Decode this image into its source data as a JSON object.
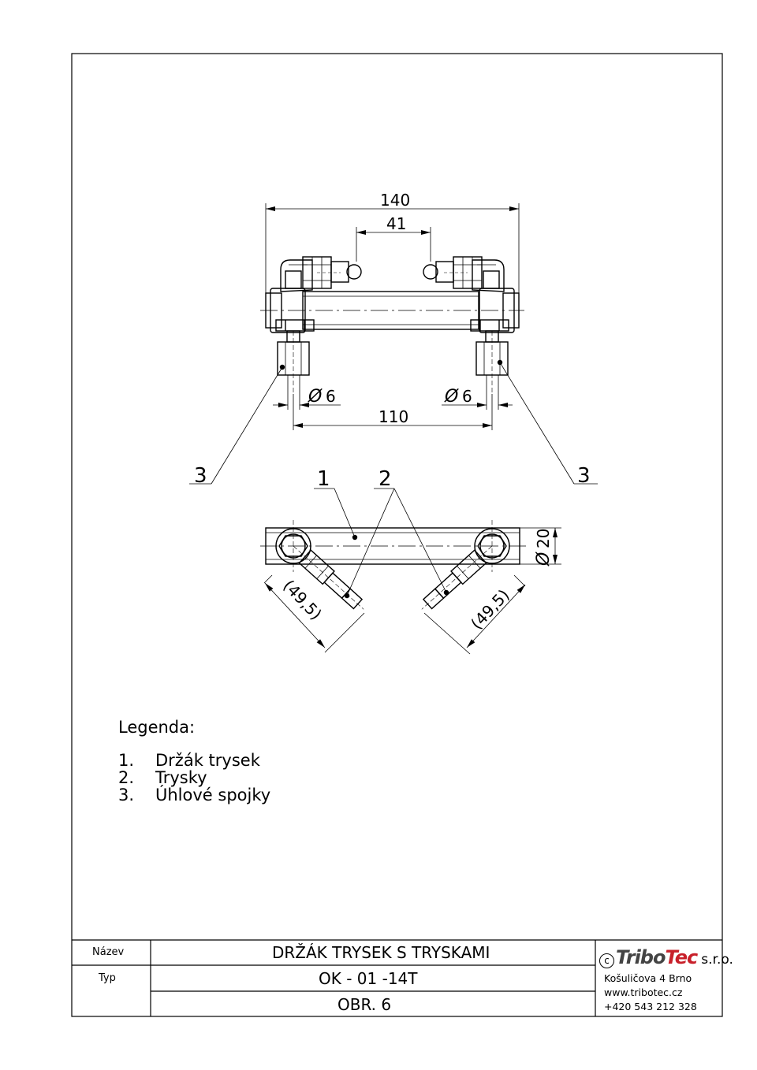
{
  "drawing": {
    "dimensions": {
      "overall_length": "140",
      "nozzle_spacing": "41",
      "diameter_left": "6",
      "diameter_right": "6",
      "connector_spacing": "110",
      "tube_diameter": "20",
      "angled_left": "(49,5)",
      "angled_right": "(49,5)",
      "diameter_symbol": "Ø"
    },
    "balloons": {
      "left_fitting": "3",
      "holder": "1",
      "nozzles": "2",
      "right_fitting": "3"
    }
  },
  "legend": {
    "title": "Legenda:",
    "items": [
      {
        "num": "1.",
        "label": "Držák trysek"
      },
      {
        "num": "2.",
        "label": "Trysky"
      },
      {
        "num": "3.",
        "label": "Úhlové spojky"
      }
    ]
  },
  "title_block": {
    "name_label": "Název",
    "type_label": "Typ",
    "title": "DRŽÁK TRYSEK S TRYSKAMI",
    "type_value": "OK - 01 -14T",
    "figure": "OBR. 6",
    "company": {
      "brand_part1": "Tribo",
      "brand_part2": "Tec",
      "suffix": "s.r.o.",
      "copyright": "c",
      "address": "Košuličova 4 Brno",
      "web": "www.tribotec.cz",
      "phone": "+420 543 212 328",
      "accent_color": "#c8202a",
      "brand_color": "#444444"
    }
  }
}
